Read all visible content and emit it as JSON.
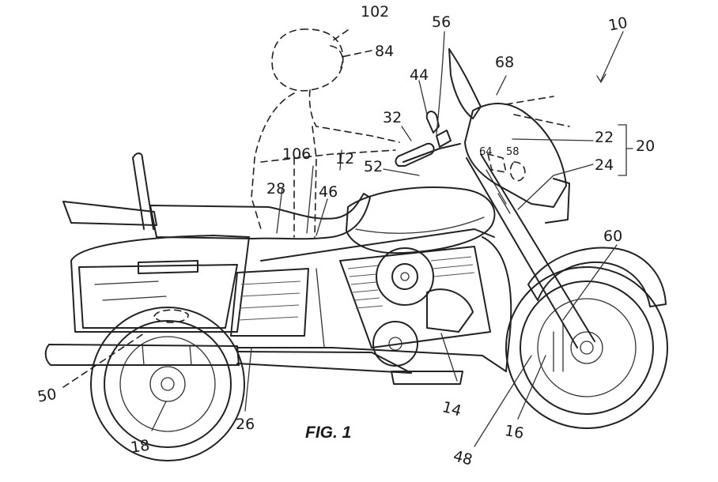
{
  "figure": {
    "caption": "FIG. 1",
    "reference_numerals": [
      {
        "id": "n10",
        "text": "10"
      },
      {
        "id": "n102",
        "text": "102"
      },
      {
        "id": "n84",
        "text": "84"
      },
      {
        "id": "n56",
        "text": "56"
      },
      {
        "id": "n44",
        "text": "44"
      },
      {
        "id": "n68",
        "text": "68"
      },
      {
        "id": "n32",
        "text": "32"
      },
      {
        "id": "n22",
        "text": "22"
      },
      {
        "id": "n20",
        "text": "20"
      },
      {
        "id": "n24",
        "text": "24"
      },
      {
        "id": "n64",
        "text": "64"
      },
      {
        "id": "n58",
        "text": "58"
      },
      {
        "id": "n52",
        "text": "52"
      },
      {
        "id": "n12",
        "text": "12"
      },
      {
        "id": "n106",
        "text": "106"
      },
      {
        "id": "n28",
        "text": "28"
      },
      {
        "id": "n46",
        "text": "46"
      },
      {
        "id": "n60",
        "text": "60"
      },
      {
        "id": "n14",
        "text": "14"
      },
      {
        "id": "n50",
        "text": "50"
      },
      {
        "id": "n26",
        "text": "26"
      },
      {
        "id": "n18",
        "text": "18"
      },
      {
        "id": "n48",
        "text": "48"
      },
      {
        "id": "n16",
        "text": "16"
      }
    ]
  }
}
